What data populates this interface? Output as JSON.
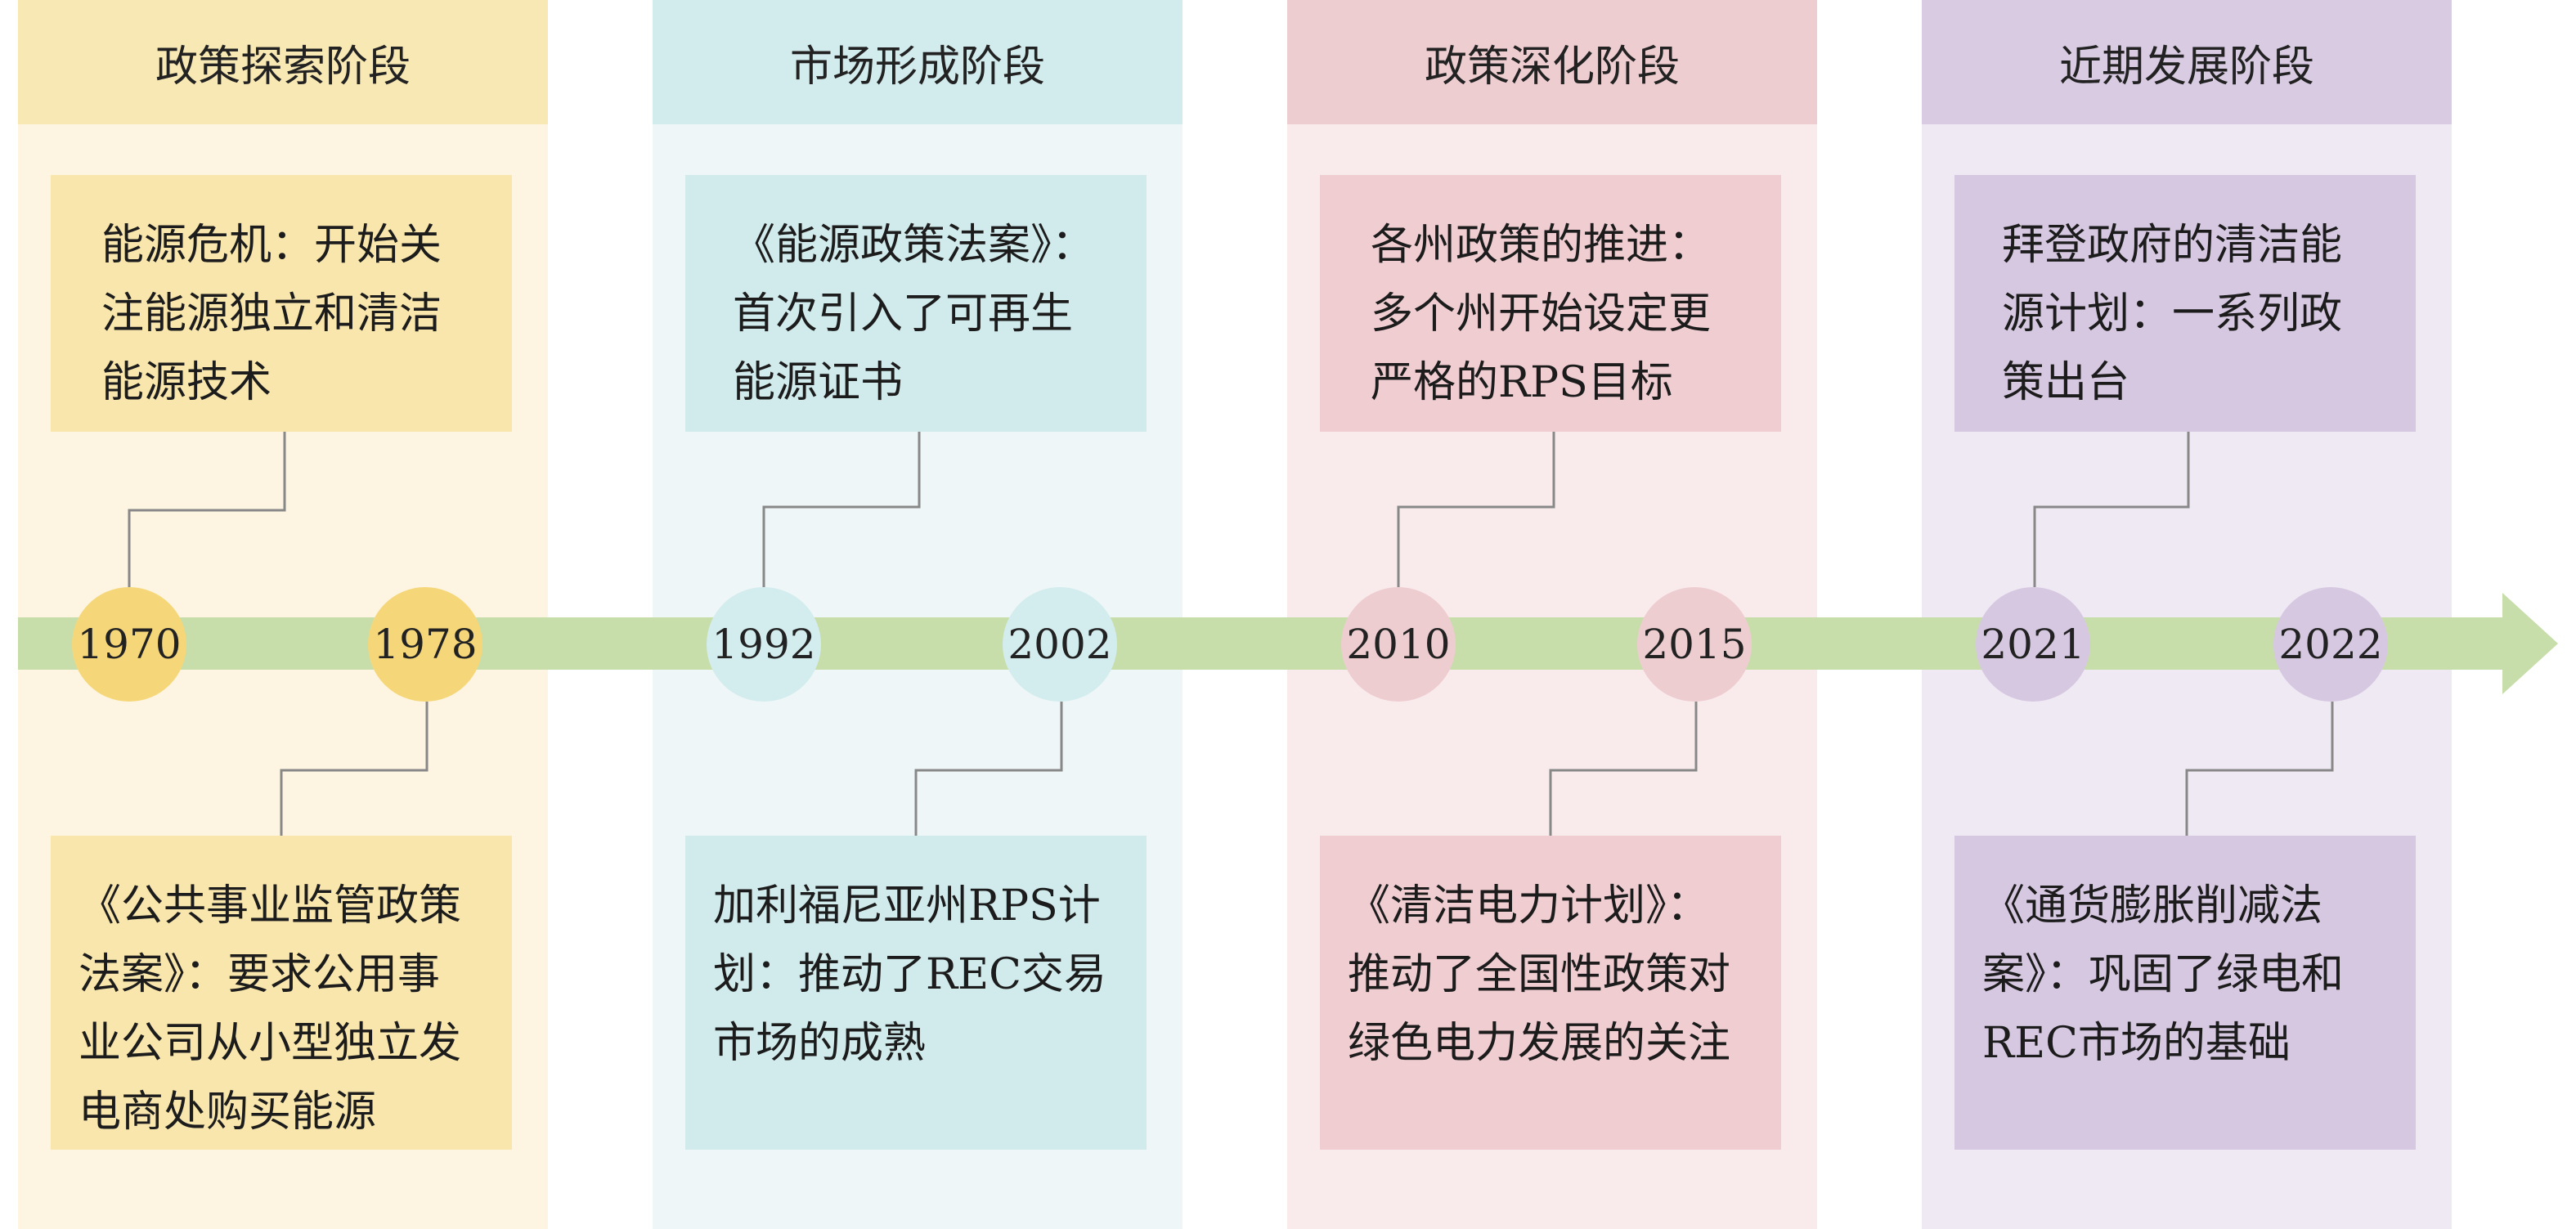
{
  "colors": {
    "timeline": "#c8deaa",
    "line": "#888888",
    "stages": [
      {
        "band": "#fdf4e1",
        "head": "#f8e8b4",
        "box": "#f8e6ac",
        "circle": "#f5d77a"
      },
      {
        "band": "#eef6f7",
        "head": "#d2ebed",
        "box": "#d1eaec",
        "circle": "#d3ecee"
      },
      {
        "band": "#f9ebec",
        "head": "#eecdd1",
        "box": "#efcdd1",
        "circle": "#eecdd1"
      },
      {
        "band": "#efe9f3",
        "head": "#d8cbe2",
        "box": "#d6c8e1",
        "circle": "#d6c8e1"
      }
    ]
  },
  "stages": [
    {
      "title": "政策探索阶段",
      "events": [
        {
          "year": "1970",
          "text": "能源危机：开始关注能源独立和清洁能源技术"
        },
        {
          "year": "1978",
          "text": "《公共事业监管政策法案》：要求公用事业公司从小型独立发电商处购买能源"
        }
      ]
    },
    {
      "title": "市场形成阶段",
      "events": [
        {
          "year": "1992",
          "text": "《能源政策法案》：首次引入了可再生能源证书"
        },
        {
          "year": "2002",
          "text": "加利福尼亚州RPS计划：推动了REC交易市场的成熟"
        }
      ]
    },
    {
      "title": "政策深化阶段",
      "events": [
        {
          "year": "2010",
          "text": "各州政策的推进：多个州开始设定更严格的RPS目标"
        },
        {
          "year": "2015",
          "text": "《清洁电力计划》：推动了全国性政策对绿色电力发展的关注"
        }
      ]
    },
    {
      "title": "近期发展阶段",
      "events": [
        {
          "year": "2021",
          "text": "拜登政府的清洁能源计划：一系列政策出台"
        },
        {
          "year": "2022",
          "text": "《通货膨胀削减法案》：巩固了绿电和REC市场的基础"
        }
      ]
    }
  ]
}
